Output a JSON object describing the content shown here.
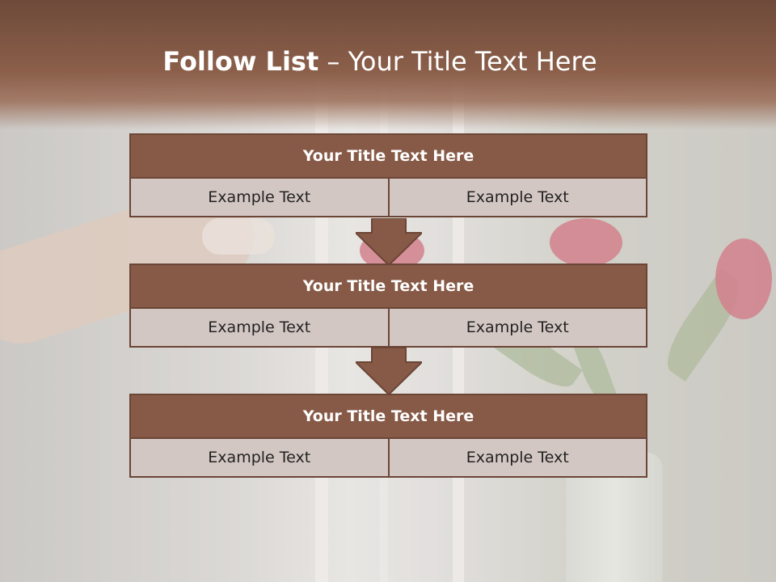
{
  "slide": {
    "title_bold": "Follow List",
    "title_rest": "  – Your Title Text Here"
  },
  "blocks": [
    {
      "title": "Your Title Text Here",
      "left": "Example Text",
      "right": "Example Text"
    },
    {
      "title": "Your Title Text Here",
      "left": "Example Text",
      "right": "Example Text"
    },
    {
      "title": "Your Title Text Here",
      "left": "Example Text",
      "right": "Example Text"
    }
  ],
  "colors": {
    "accent": "#875a47",
    "border": "#6b4536",
    "cell": "#d3c7c3"
  }
}
